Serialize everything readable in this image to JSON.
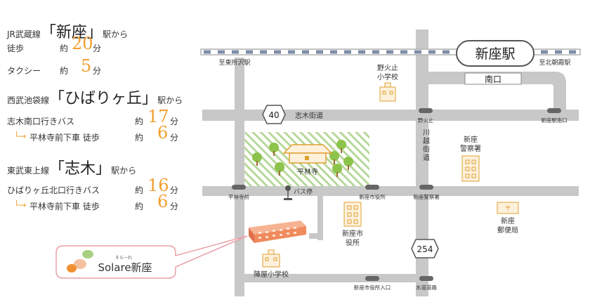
{
  "access": {
    "jr": {
      "line": "JR武蔵線",
      "station": "新座",
      "suffix": "駅から",
      "walk_label": "徒歩",
      "walk_approx": "約",
      "walk_min": "20",
      "walk_unit": "分",
      "taxi_label": "タクシー",
      "taxi_approx": "約",
      "taxi_min": "5",
      "taxi_unit": "分"
    },
    "seibu": {
      "line": "西武池袋線",
      "station": "ひばりヶ丘",
      "suffix": "駅から",
      "bus": "志木南口行きバス",
      "bus_approx": "約",
      "bus_min": "17",
      "bus_unit": "分",
      "arrow": "└→",
      "alight": "平林寺前下車 徒歩",
      "walk_approx": "約",
      "walk_min": "6",
      "walk_unit": "分"
    },
    "tobu": {
      "line": "東武東上線",
      "station": "志木",
      "suffix": "駅から",
      "bus": "ひばりヶ丘北口行きバス",
      "bus_approx": "約",
      "bus_min": "16",
      "bus_unit": "分",
      "arrow": "└→",
      "alight": "平林寺前下車 徒歩",
      "walk_approx": "約",
      "walk_min": "6",
      "walk_unit": "分"
    }
  },
  "map": {
    "station_name": "新座駅",
    "toward_left": "至東所沢駅",
    "toward_right": "至北朝霞駅",
    "south_exit": "南口",
    "route40": "40",
    "shiki_kaido": "志木街道",
    "route254": "254",
    "kawagoe_kaido": "川越街道",
    "heirinji": "平林寺",
    "nobidome_school": "野火止小学校",
    "police": "新座警察署",
    "post": "新座郵便局",
    "city_hall": "新座市役所",
    "jinya_school": "陣屋小学校",
    "bus_stop": "バス停",
    "stops": {
      "nobidome": "野火止",
      "eki_minamiguchi": "新座駅南口",
      "heirinji_mae": "平林寺前",
      "shiyakusho": "新座市役所",
      "keisatsusho": "新座警察署",
      "shiyakusho_iriguchi": "新座市役所入口",
      "suido_doro": "水道道路"
    }
  },
  "property": {
    "name": "Solare新座",
    "ruby": "そらーれ"
  },
  "colors": {
    "road": "#c8c8c8",
    "accent": "#f0a030",
    "building": "#f08a5d",
    "tree": "#8cc34a",
    "park_stripe": "#b8d89a"
  }
}
